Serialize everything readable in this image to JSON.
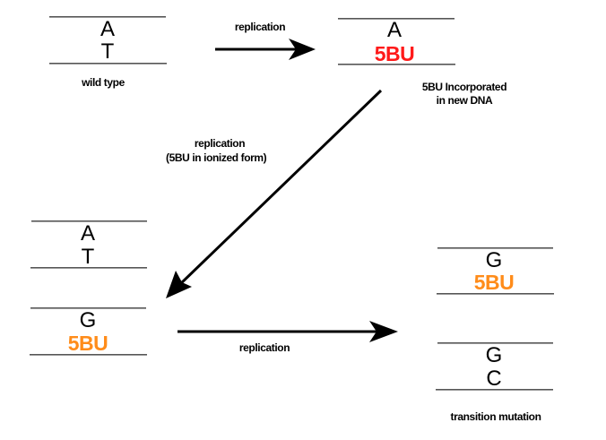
{
  "colors": {
    "incorporated_5bu": "#ff1a1a",
    "ionized_5bu": "#ff8c1a",
    "base_text": "#000000",
    "strand_line": "#666666",
    "arrow": "#000000"
  },
  "panels": {
    "wild_type": {
      "top": "A",
      "bottom": "T",
      "caption": "wild type"
    },
    "incorporated": {
      "top": "A",
      "bottom": "5BU",
      "caption_line1": "5BU Incorporated",
      "caption_line2": "in new DNA"
    },
    "second_gen_left_a": {
      "top": "A",
      "bottom": "T"
    },
    "second_gen_left_b": {
      "top": "G",
      "bottom": "5BU"
    },
    "third_gen_right_a": {
      "top": "G",
      "bottom": "5BU"
    },
    "third_gen_right_b": {
      "top": "G",
      "bottom": "C",
      "caption": "transition mutation"
    }
  },
  "arrows": {
    "top": {
      "label": "replication",
      "icon": "arrow-right-icon"
    },
    "diagonal": {
      "label_line1": "replication",
      "label_line2": "(5BU in ionized form)",
      "icon": "arrow-down-left-icon"
    },
    "bottom": {
      "label": "replication",
      "icon": "arrow-right-icon"
    }
  }
}
